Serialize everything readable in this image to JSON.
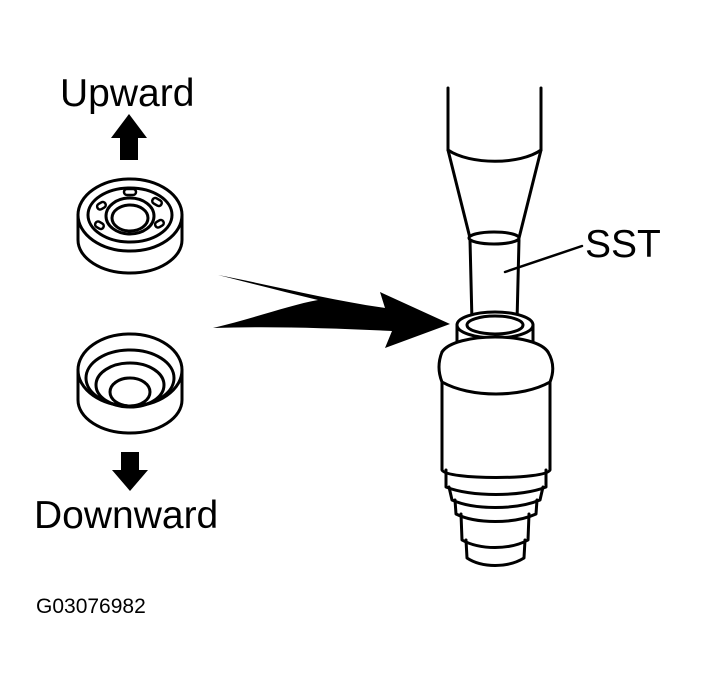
{
  "labels": {
    "upward": "Upward",
    "downward": "Downward",
    "sst": "SST",
    "figure_code": "G03076982"
  },
  "colors": {
    "line": "#000000",
    "background": "#ffffff"
  },
  "icons": {
    "up": "up-arrow-icon",
    "down": "down-arrow-icon",
    "pointer": "pointer-arrow-icon"
  }
}
